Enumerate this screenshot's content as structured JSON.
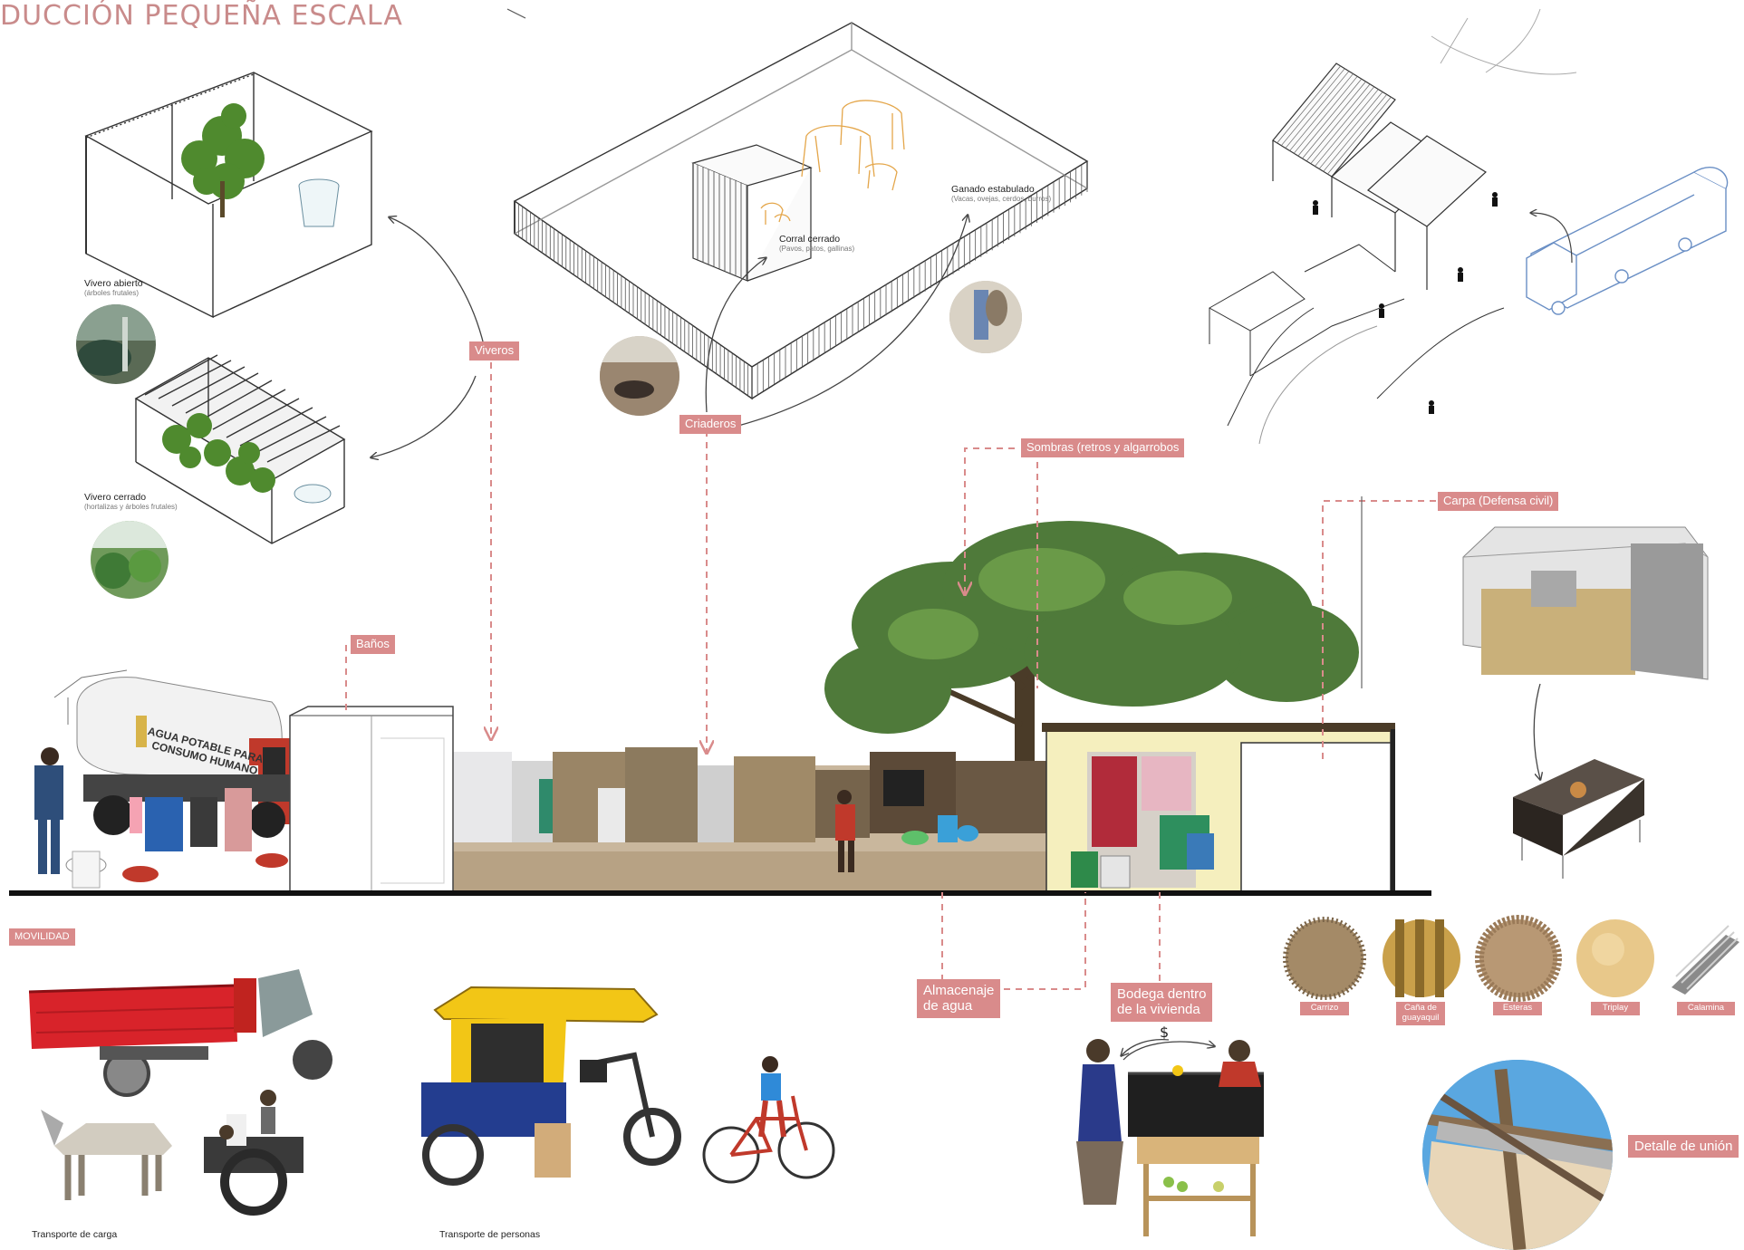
{
  "title": "DUCCIÓN PEQUEÑA ESCALA",
  "labels": {
    "viveros": "Viveros",
    "criaderos": "Criaderos",
    "sombras": "Sombras (retros y algarrobos",
    "carpa": "Carpa (Defensa civil)",
    "banos": "Baños",
    "movilidad": "MOVILIDAD",
    "almacenaje": "Almacenaje\nde agua",
    "bodega": "Bodega dentro\nde la vivienda",
    "detalle": "Detalle de unión"
  },
  "captions": {
    "vivero_abierto": "Vivero abierto",
    "vivero_abierto_sub": "(árboles frutales)",
    "vivero_cerrado": "Vivero cerrado",
    "vivero_cerrado_sub": "(hortalizas y árboles frutales)",
    "corral": "Corral cerrado",
    "corral_sub": "(Pavos, patos, gallinas)",
    "ganado": "Ganado estabulado",
    "ganado_sub": "(Vacas, ovejas, cerdos, burros)",
    "carga": "Transporte de carga",
    "personas": "Transporte de personas",
    "truck_sign_1": "AGUA POTABLE PARA",
    "truck_sign_2": "CONSUMO HUMANO",
    "money": "$"
  },
  "materials": [
    {
      "name": "Carrizo"
    },
    {
      "name": "Caña de\nguayaquil"
    },
    {
      "name": "Esteras"
    },
    {
      "name": "Triplay"
    },
    {
      "name": "Calamina"
    }
  ],
  "colors": {
    "accent": "#d98b8b",
    "sand": "#c9b79d",
    "tree": "#4f7a3a",
    "bodega_wall": "#f5efbe",
    "cargo_red": "#d8232a",
    "mototaxi_yellow": "#f2c616",
    "mototaxi_blue": "#233d8f",
    "sketch_blue": "#6a8fc5",
    "sketch_orange": "#e4a64a"
  }
}
